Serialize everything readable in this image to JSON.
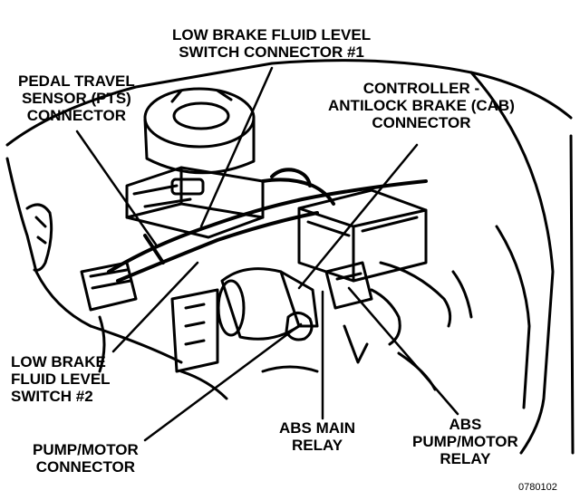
{
  "labels": {
    "low_brake_switch_1": [
      "LOW BRAKE FLUID LEVEL",
      "SWITCH CONNECTOR #1"
    ],
    "pts_connector": [
      "PEDAL TRAVEL",
      "SENSOR (PTS)",
      "CONNECTOR"
    ],
    "cab_connector": [
      "CONTROLLER -",
      "ANTILOCK BRAKE (CAB)",
      "CONNECTOR"
    ],
    "low_brake_switch_2": [
      "LOW BRAKE",
      "FLUID LEVEL",
      "SWITCH #2"
    ],
    "abs_main_relay": [
      "ABS MAIN",
      "RELAY"
    ],
    "abs_pump_motor_relay": [
      "ABS",
      "PUMP/MOTOR",
      "RELAY"
    ],
    "pump_motor_connector": [
      "PUMP/MOTOR",
      "CONNECTOR"
    ]
  },
  "figure_number": "0780102",
  "colors": {
    "ink": "#000000",
    "paper": "#ffffff"
  }
}
